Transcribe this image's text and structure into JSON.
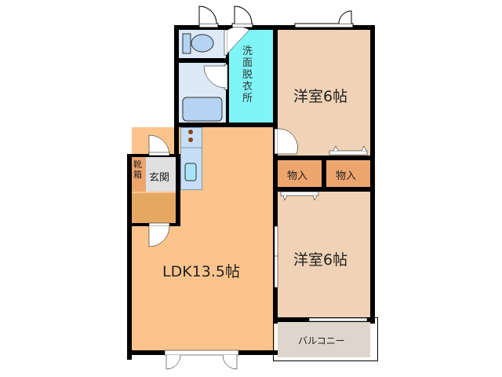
{
  "colors": {
    "wall": "#000000",
    "toilet_room": "#dde9f7",
    "bath_room": "#dde9f7",
    "washroom": "#7ff5f7",
    "western_room": "#f0d2b6",
    "storage": "#eda56e",
    "ldk": "#fcc48c",
    "entrance": "#e0e0e0",
    "shoe_box": "#eda56e",
    "entry_step": "#e5a862",
    "kitchen": "#c6dff7",
    "balcony": "#ded6cc"
  },
  "rooms": {
    "washroom": {
      "label": "洗面脱衣所",
      "chars": [
        "洗",
        "面",
        "脱",
        "衣",
        "所"
      ]
    },
    "western_room_1": {
      "label": "洋室6帖"
    },
    "western_room_2": {
      "label": "洋室6帖"
    },
    "closet_1": {
      "label": "物入"
    },
    "closet_2": {
      "label": "物入"
    },
    "entrance": {
      "label": "玄関"
    },
    "shoe_box": {
      "label": "靴箱",
      "chars": [
        "靴",
        "箱"
      ]
    },
    "ldk": {
      "label": "LDK13.5帖"
    },
    "balcony": {
      "label": "バルコニー"
    },
    "toilet": {
      "label": ""
    },
    "bathroom": {
      "label": ""
    },
    "kitchen": {
      "label": ""
    }
  }
}
